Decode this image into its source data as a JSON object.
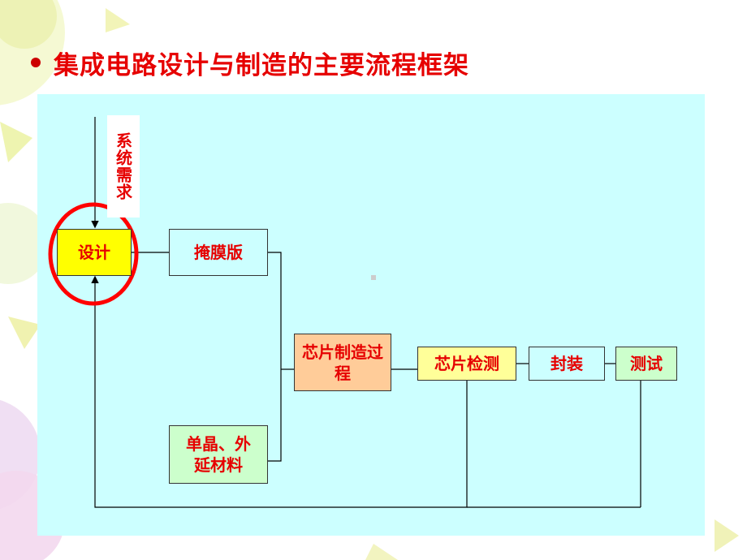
{
  "title": "集成电路设计与制造的主要流程框架",
  "diagram": {
    "requirement_label": "系统需求",
    "nodes": {
      "design": "设计",
      "mask": "掩膜版",
      "materials": "单晶、外延材料",
      "fab": "芯片制造过程",
      "inspect": "芯片检测",
      "package": "封装",
      "test": "测试"
    },
    "colors": {
      "title": "#e60000",
      "panel": "#ccffff",
      "design_fill": "#ffff00",
      "fab_fill": "#ffcc99",
      "inspect_fill": "#ffff99",
      "green_fill": "#ccffcc",
      "highlight_ring": "#ff0000"
    }
  }
}
